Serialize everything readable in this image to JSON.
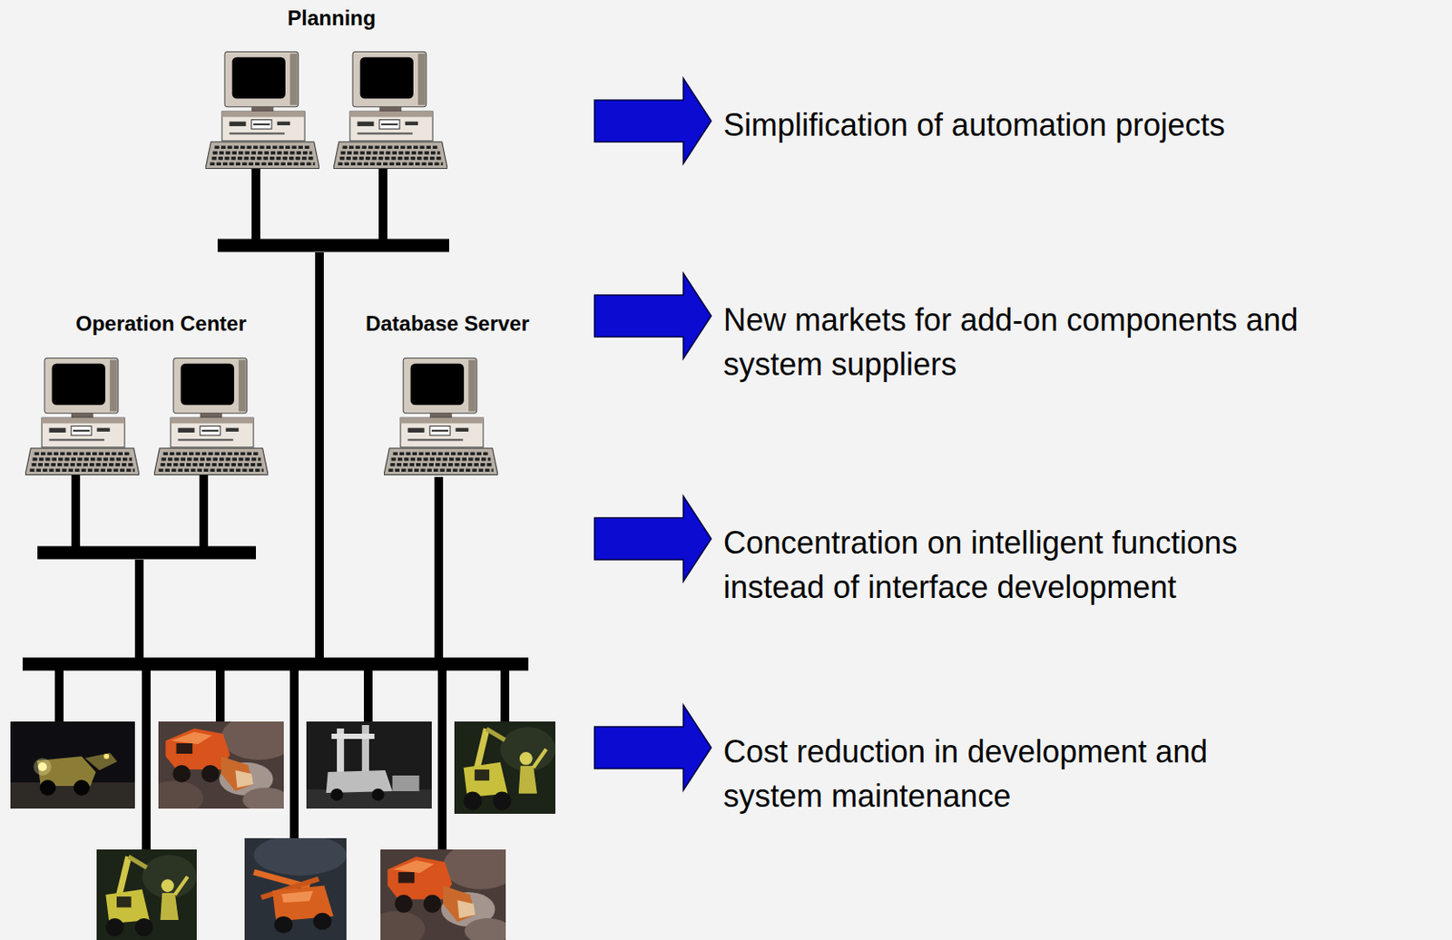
{
  "diagram": {
    "nodes": [
      {
        "text": [
          "Planning"
        ]
      },
      {
        "text": [
          "Operation Center"
        ]
      },
      {
        "text": [
          "Database Server"
        ]
      }
    ],
    "edges": [
      {
        "from": 0,
        "to": 1,
        "arrow": "none"
      },
      {
        "from": 0,
        "to": 2,
        "arrow": "none"
      },
      {
        "from": 1,
        "to": 2,
        "arrow": "none"
      }
    ],
    "labels": [
      "Simplification of automation projects",
      "New markets for add-on components and system suppliers",
      "Concentration on intelligent functions instead of interface development",
      "Cost reduction in development and system maintenance"
    ]
  }
}
